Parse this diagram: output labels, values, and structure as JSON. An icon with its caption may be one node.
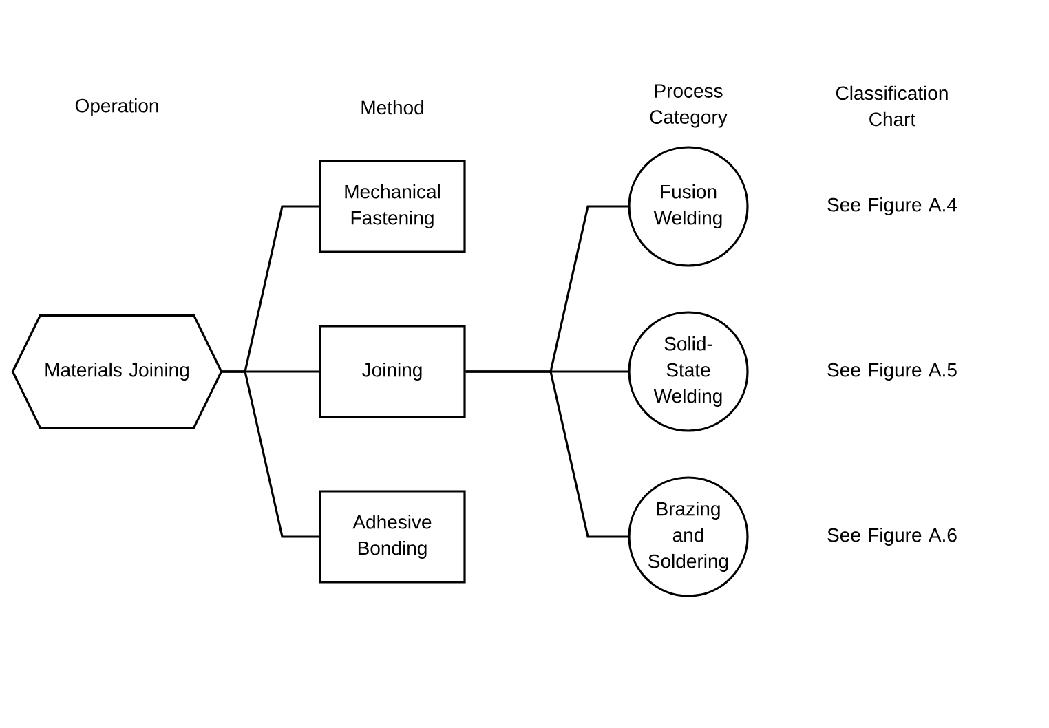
{
  "diagram": {
    "nodes": [
      {
        "text": [
          "Materials Joining"
        ]
      },
      {
        "text": [
          "Mechanical Fastening"
        ]
      },
      {
        "text": [
          "Joining"
        ]
      },
      {
        "text": [
          "Adhesive Bonding"
        ]
      },
      {
        "text": [
          "Fusion Welding"
        ]
      },
      {
        "text": [
          "Solid-State Welding"
        ]
      },
      {
        "text": [
          "Brazing and Soldering"
        ]
      }
    ],
    "edges": [
      {
        "from": 0,
        "to": 1,
        "arrow": "none"
      },
      {
        "from": 0,
        "to": 2,
        "arrow": "none"
      },
      {
        "from": 0,
        "to": 3,
        "arrow": "none"
      },
      {
        "from": 2,
        "to": 4,
        "arrow": "none"
      },
      {
        "from": 2,
        "to": 5,
        "arrow": "none"
      },
      {
        "from": 2,
        "to": 6,
        "arrow": "none"
      }
    ],
    "labels": [
      "Operation",
      "Method",
      "Process Category",
      "Classification Chart",
      "See Figure A.4",
      "See Figure A.5",
      "See Figure A.6"
    ]
  }
}
